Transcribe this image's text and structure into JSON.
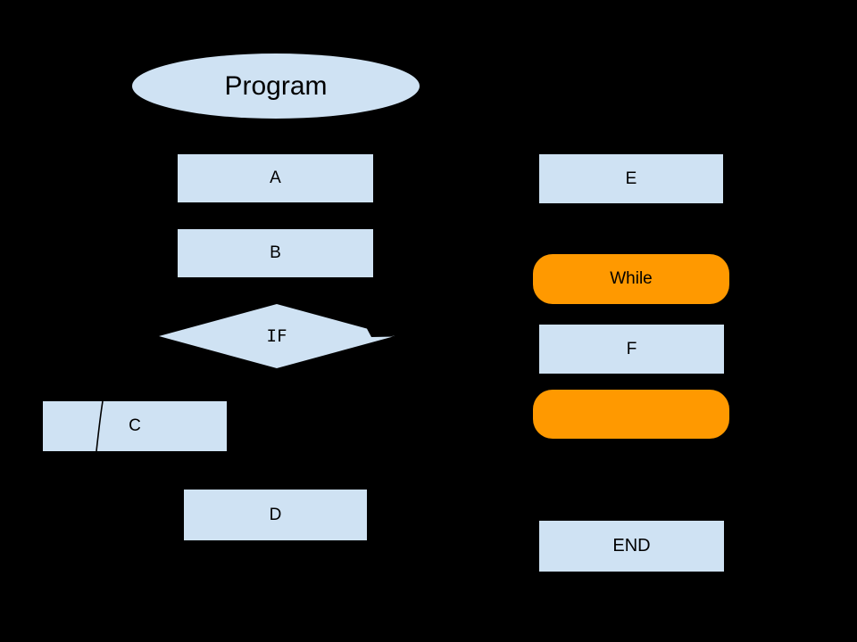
{
  "canvas": {
    "background": "#000000"
  },
  "colors": {
    "bg": "#000000",
    "node_fill_blue": "#cfe2f3",
    "node_fill_orange": "#ff9900",
    "text": "#000000",
    "connector": "#000000"
  },
  "diagram": {
    "type": "flowchart",
    "nodes": {
      "program": {
        "shape": "ellipse",
        "label": "Program"
      },
      "a": {
        "shape": "rect",
        "label": "A"
      },
      "b": {
        "shape": "rect",
        "label": "B"
      },
      "if": {
        "shape": "diamond",
        "label": "IF"
      },
      "c": {
        "shape": "rect",
        "label": "C"
      },
      "d": {
        "shape": "rect",
        "label": "D"
      },
      "e": {
        "shape": "rect",
        "label": "E"
      },
      "while": {
        "shape": "rounded-pill",
        "label": "While"
      },
      "loop_end": {
        "shape": "rounded-pill",
        "label": ""
      },
      "f": {
        "shape": "rect",
        "label": "F"
      },
      "end": {
        "shape": "rect",
        "label": "END"
      }
    }
  }
}
